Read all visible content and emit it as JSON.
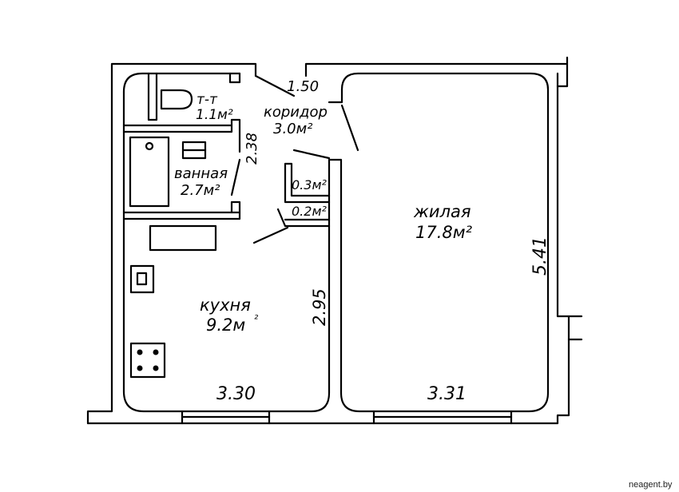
{
  "rooms": {
    "toilet": {
      "name": "т-т",
      "area": "1.1м²"
    },
    "corridor": {
      "name": "коридор",
      "area": "3.0м²"
    },
    "bathroom": {
      "name": "ванная",
      "area": "2.7м²"
    },
    "closet_upper": {
      "area": "0.3м²"
    },
    "closet_lower": {
      "area": "0.2м²"
    },
    "living": {
      "name": "жилая",
      "area": "17.8м²"
    },
    "kitchen": {
      "name": "кухня",
      "area": "9.2м",
      "area_suffix": "²"
    }
  },
  "dimensions": {
    "entry_width": "1.50",
    "bath_length": "2.38",
    "kitchen_length": "2.95",
    "kitchen_width": "3.30",
    "living_width": "3.31",
    "living_length": "5.41"
  },
  "watermark": "neagent.by",
  "colors": {
    "line": "#000000",
    "background": "#ffffff"
  }
}
